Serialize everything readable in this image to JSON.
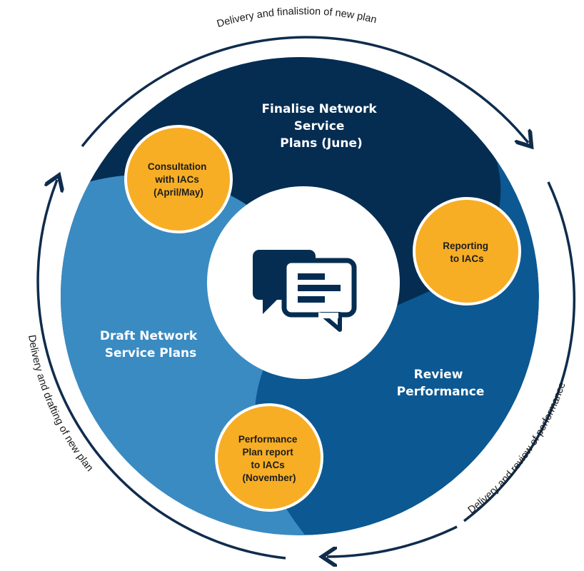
{
  "colors": {
    "dark_navy": "#052d52",
    "mid_blue": "#0c5892",
    "light_blue": "#3a8bc2",
    "orange": "#f7ae25",
    "white": "#ffffff",
    "ring_arrow": "#0f2c4c"
  },
  "segments": {
    "finalise": {
      "lines": [
        "Finalise Network",
        "Service",
        "Plans (June)"
      ]
    },
    "review": {
      "lines": [
        "Review",
        "Performance"
      ]
    },
    "draft": {
      "lines": [
        "Draft Network",
        "Service Plans"
      ]
    }
  },
  "bubbles": {
    "consultation": {
      "lines": [
        "Consultation",
        "with IACs",
        "(April/May)"
      ]
    },
    "reporting": {
      "lines": [
        "Reporting",
        "to IACs"
      ]
    },
    "performance_plan": {
      "lines": [
        "Performance",
        "Plan report",
        "to IACs",
        "(November)"
      ]
    }
  },
  "ring_labels": {
    "top": "Delivery and finalistion of new plan",
    "right": "Delivery and review of performance",
    "left": "Delivery and drafting of new plan"
  },
  "center_icon": "chat-bubbles-icon"
}
